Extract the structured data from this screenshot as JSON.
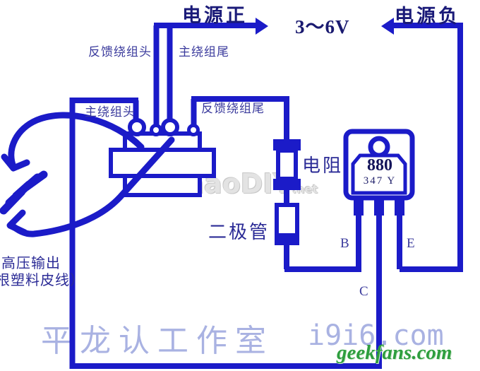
{
  "power": {
    "positive_label": "电源正",
    "negative_label": "电源负",
    "voltage": "3～6V"
  },
  "transformer": {
    "feedback_winding_head": "反馈绕组头",
    "main_winding_tail": "主绕组尾",
    "main_winding_head": "主绕组头",
    "feedback_winding_tail": "反馈绕组尾"
  },
  "components": {
    "resistor_label": "电阻",
    "diode_label": "二极管",
    "transistor": {
      "part_number": "880",
      "marking": "347 Y",
      "pin_b": "B",
      "pin_c": "C",
      "pin_e": "E"
    }
  },
  "output_note": {
    "line1": "高压输出",
    "line2": "根塑料皮线）"
  },
  "watermarks": {
    "center": "haoDIY",
    "center_suffix": ".net",
    "studio": "平龙认工作室",
    "site": "i9i6.com",
    "green_site": "geekfans.com"
  },
  "colors": {
    "wire": "#1b1bc8",
    "component_fill": "#ffffff",
    "label_navy": "#2b2b96",
    "dark_navy": "#1a1a78",
    "watermark_lavender": "#a9b2e2",
    "watermark_gray": "#e3e3e3",
    "green": "#2e9e3e"
  }
}
